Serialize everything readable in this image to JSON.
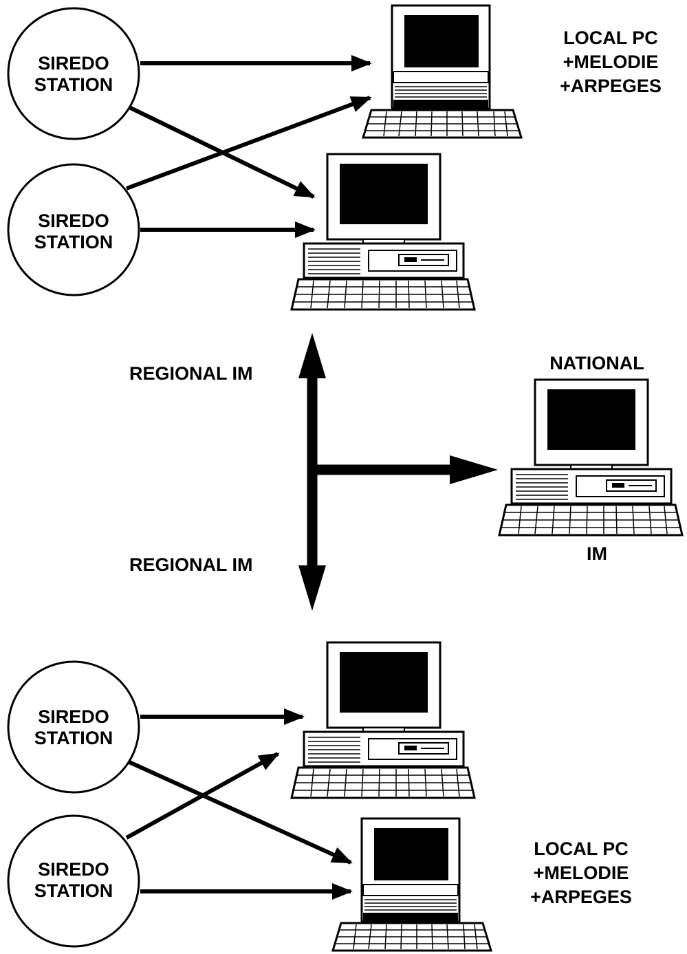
{
  "colors": {
    "ink": "#000000",
    "background": "#ffffff"
  },
  "stations": {
    "station_1": {
      "line1": "SIREDO",
      "line2": "STATION"
    },
    "station_2": {
      "line1": "SIREDO",
      "line2": "STATION"
    },
    "station_3": {
      "line1": "SIREDO",
      "line2": "STATION"
    },
    "station_4": {
      "line1": "SIREDO",
      "line2": "STATION"
    }
  },
  "local_pc_top": {
    "line1": "LOCAL PC",
    "line2": "+MELODIE",
    "line3": "+ARPEGES"
  },
  "local_pc_bottom": {
    "line1": "LOCAL PC",
    "line2": "+MELODIE",
    "line3": "+ARPEGES"
  },
  "regional_im_upper": "REGIONAL IM",
  "regional_im_lower": "REGIONAL IM",
  "national_im": {
    "top": "NATIONAL",
    "bottom": "IM"
  },
  "icons": [
    "compact-computer-icon",
    "desktop-computer-icon",
    "arrow-icon"
  ]
}
